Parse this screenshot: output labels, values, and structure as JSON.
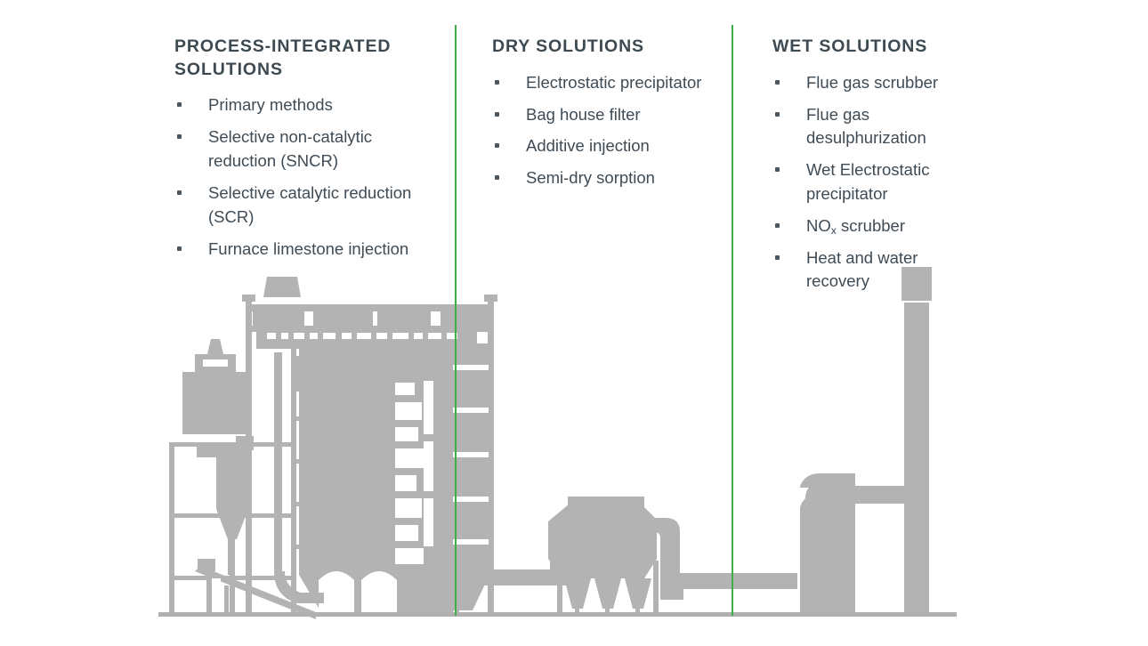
{
  "page": {
    "background_color": "#ffffff",
    "divider_color": "#3fae49",
    "heading_color": "#3d4a52",
    "body_text_color": "#3f4b55",
    "illustration_color": "#b3b3b3",
    "ground_line_color": "#b0b0b0"
  },
  "columns": [
    {
      "id": "process-integrated",
      "heading": "PROCESS-INTEGRATED SOLUTIONS",
      "items": [
        {
          "text": "Primary methods"
        },
        {
          "text": "Selective non-catalytic reduction (SNCR)"
        },
        {
          "text": "Selective catalytic reduction (SCR)"
        },
        {
          "text": "Furnace limestone injection"
        }
      ]
    },
    {
      "id": "dry",
      "heading": "DRY SOLUTIONS",
      "items": [
        {
          "text": "Electrostatic precipitator"
        },
        {
          "text": "Bag house filter"
        },
        {
          "text": "Additive injection"
        },
        {
          "text": "Semi-dry sorption"
        }
      ]
    },
    {
      "id": "wet",
      "heading": "WET SOLUTIONS",
      "items": [
        {
          "text": "Flue gas scrubber"
        },
        {
          "text": "Flue gas desulphurization"
        },
        {
          "text": "Wet Electrostatic precipitator"
        },
        {
          "text": "NO",
          "subscript": "x",
          "text_after": " scrubber"
        },
        {
          "text": "Heat and water recovery"
        }
      ]
    }
  ],
  "illustration": {
    "name": "power-plant-flue-gas-cleaning-silhouette",
    "sections": [
      {
        "name": "boiler-house",
        "label": "Boiler house with furnace, fuel bunker and conveyor"
      },
      {
        "name": "bag-house-filter",
        "label": "Bag house filter / electrostatic precipitator with hoppers"
      },
      {
        "name": "wet-scrubber-and-stack",
        "label": "Wet scrubber vessel with duct to stack"
      }
    ]
  }
}
